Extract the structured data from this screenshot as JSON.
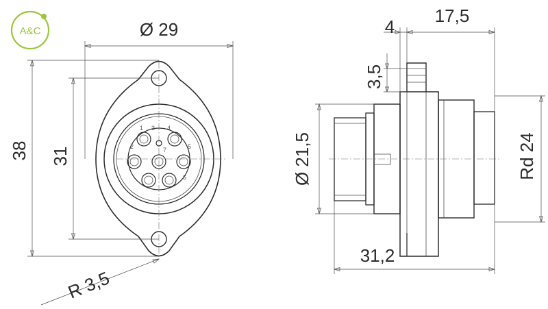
{
  "logo": {
    "text": "A&C",
    "color": "#9bc53d"
  },
  "front_view": {
    "dim_width": "Ø 29",
    "dim_height_outer": "38",
    "dim_height_inner": "31",
    "dim_radius": "R 3,5",
    "pin_numbers": [
      "1",
      "2",
      "3",
      "4",
      "5",
      "6",
      "7"
    ]
  },
  "side_view": {
    "dim_flange": "4",
    "dim_rear": "17,5",
    "dim_small": "3,5",
    "dim_diameter": "Ø 21,5",
    "dim_thread": "Rd 24",
    "dim_total": "31,2"
  },
  "colors": {
    "line": "#2b2b2b",
    "dimension": "#4a4a4a"
  }
}
